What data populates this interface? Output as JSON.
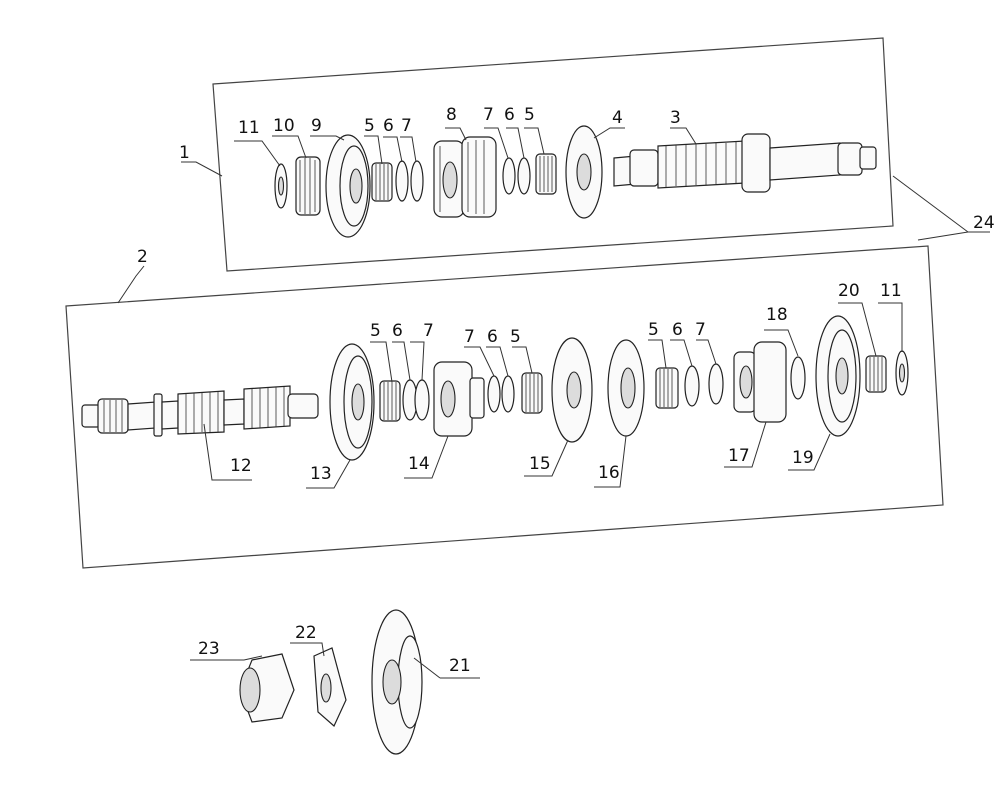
{
  "callouts": [
    {
      "id": "c1",
      "text": "1"
    },
    {
      "id": "c2",
      "text": "2"
    },
    {
      "id": "c3",
      "text": "3"
    },
    {
      "id": "c4",
      "text": "4"
    },
    {
      "id": "c5a",
      "text": "5"
    },
    {
      "id": "c5b",
      "text": "5"
    },
    {
      "id": "c5c",
      "text": "5"
    },
    {
      "id": "c5d",
      "text": "5"
    },
    {
      "id": "c5e",
      "text": "5"
    },
    {
      "id": "c6a",
      "text": "6"
    },
    {
      "id": "c6b",
      "text": "6"
    },
    {
      "id": "c6c",
      "text": "6"
    },
    {
      "id": "c6d",
      "text": "6"
    },
    {
      "id": "c6e",
      "text": "6"
    },
    {
      "id": "c7a",
      "text": "7"
    },
    {
      "id": "c7b",
      "text": "7"
    },
    {
      "id": "c7c",
      "text": "7"
    },
    {
      "id": "c7d",
      "text": "7"
    },
    {
      "id": "c7e",
      "text": "7"
    },
    {
      "id": "c8",
      "text": "8"
    },
    {
      "id": "c9",
      "text": "9"
    },
    {
      "id": "c10",
      "text": "10"
    },
    {
      "id": "c11a",
      "text": "11"
    },
    {
      "id": "c11b",
      "text": "11"
    },
    {
      "id": "c12",
      "text": "12"
    },
    {
      "id": "c13",
      "text": "13"
    },
    {
      "id": "c14",
      "text": "14"
    },
    {
      "id": "c15",
      "text": "15"
    },
    {
      "id": "c16",
      "text": "16"
    },
    {
      "id": "c17",
      "text": "17"
    },
    {
      "id": "c18",
      "text": "18"
    },
    {
      "id": "c19",
      "text": "19"
    },
    {
      "id": "c20",
      "text": "20"
    },
    {
      "id": "c21",
      "text": "21"
    },
    {
      "id": "c22",
      "text": "22"
    },
    {
      "id": "c23",
      "text": "23"
    },
    {
      "id": "c24",
      "text": "24"
    }
  ]
}
